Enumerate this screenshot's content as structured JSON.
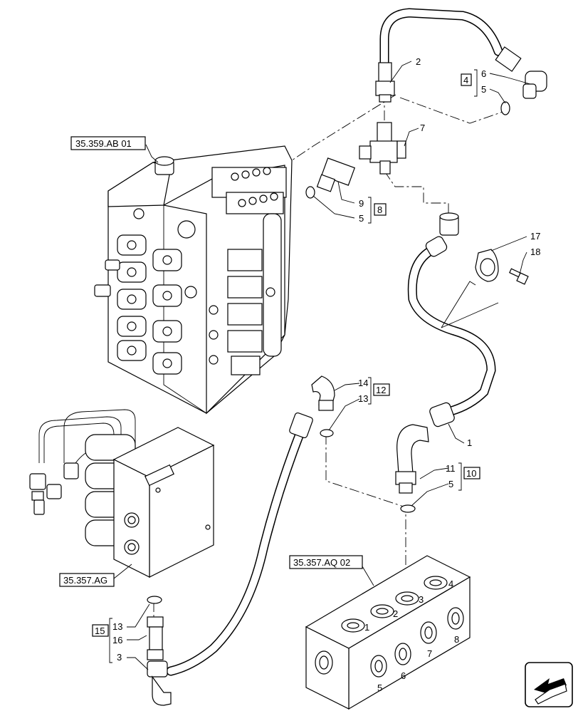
{
  "references": {
    "valve_block": "35.359.AB 01",
    "manifold_block": "35.357.AQ 02",
    "solenoid_block": "35.357.AG"
  },
  "callouts": {
    "c1": "1",
    "c2": "2",
    "c3": "3",
    "c5a": "5",
    "c5b": "5",
    "c5c": "5",
    "c6": "6",
    "c7": "7",
    "c9": "9",
    "c11": "11",
    "c13a": "13",
    "c13b": "13",
    "c14": "14",
    "c16": "16",
    "c17": "17",
    "c18": "18"
  },
  "kits": {
    "k4": "4",
    "k8": "8",
    "k10": "10",
    "k12": "12",
    "k15": "15"
  },
  "port_marks": {
    "p1": "1",
    "p2": "2",
    "p3": "3",
    "p4": "4",
    "p5": "5",
    "p6": "6",
    "p7": "7",
    "p8": "8"
  },
  "icons": {
    "nav": "next-page-arrow-icon"
  }
}
